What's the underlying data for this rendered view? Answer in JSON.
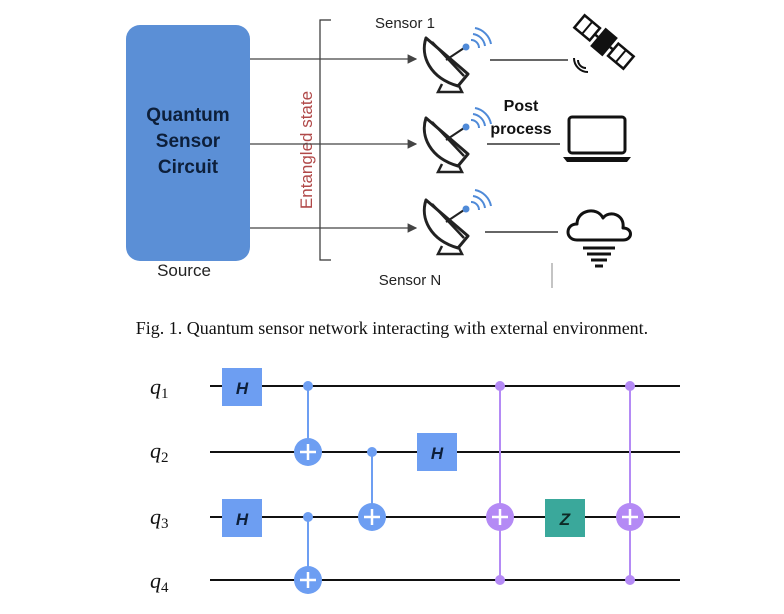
{
  "figure1": {
    "source_box_label": [
      "Quantum",
      "Sensor",
      "Circuit"
    ],
    "source_label": "Source",
    "entangled_label": "Entangled  state",
    "sensor_top_label": "Sensor 1",
    "sensor_bottom_label": "Sensor N",
    "post_process_label": [
      "Post",
      "process"
    ],
    "caption": "Fig. 1.  Quantum sensor network interacting with external environment.",
    "icons": [
      "satellite-icon",
      "laptop-icon",
      "cloud-icon",
      "satellite-dish-icon"
    ],
    "colors": {
      "source_box": "#5b8fd6",
      "entangled_text": "#b04848"
    }
  },
  "figure2": {
    "qubits": [
      "q1",
      "q2",
      "q3",
      "q4"
    ],
    "gates": {
      "h_label": "H",
      "z_label": "Z"
    },
    "colors": {
      "h_gate": "#6d9ef2",
      "cnot_blue": "#6d9ef2",
      "cnot_purple": "#b48af5",
      "z_gate": "#3aa89b",
      "wire": "#111111"
    }
  }
}
